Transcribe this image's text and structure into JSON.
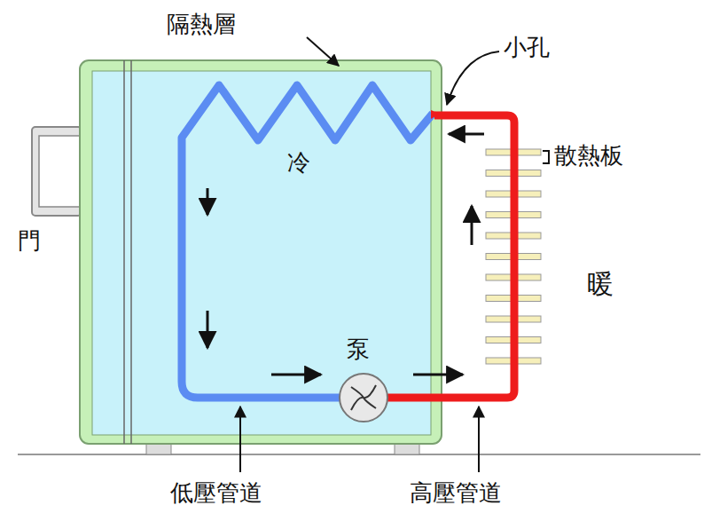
{
  "diagram": {
    "labels": [
      "隔熱層",
      "小孔",
      "冷",
      "散熱板",
      "門",
      "暖",
      "泵",
      "低壓管道",
      "高壓管道"
    ]
  }
}
